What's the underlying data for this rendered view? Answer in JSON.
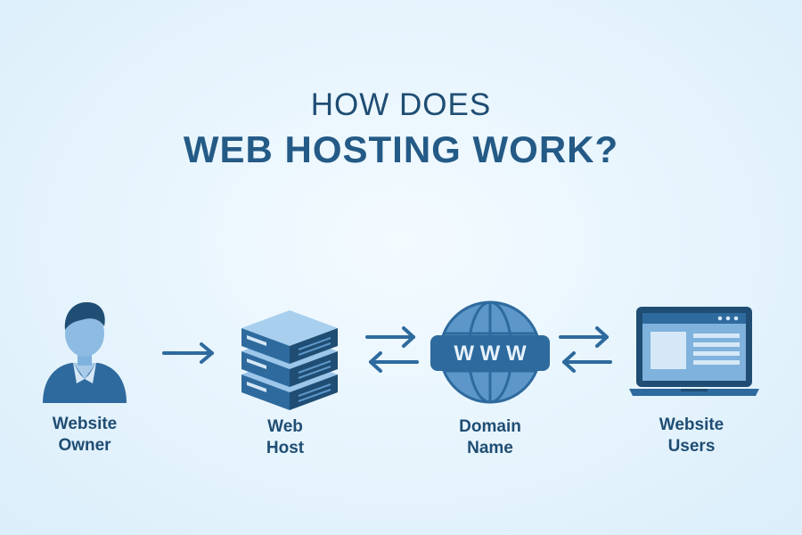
{
  "title": {
    "line1": "HOW DOES",
    "line2": "WEB HOSTING WORK?"
  },
  "nodes": [
    {
      "id": "owner",
      "icon": "user-icon",
      "label_line1": "Website",
      "label_line2": "Owner"
    },
    {
      "id": "host",
      "icon": "server-icon",
      "label_line1": "Web",
      "label_line2": "Host"
    },
    {
      "id": "domain",
      "icon": "globe-icon",
      "label_line1": "Domain",
      "label_line2": "Name",
      "badge_text": "W W W"
    },
    {
      "id": "users",
      "icon": "laptop-icon",
      "label_line1": "Website",
      "label_line2": "Users"
    }
  ],
  "connectors": [
    {
      "from": "owner",
      "to": "host",
      "type": "one-way"
    },
    {
      "from": "host",
      "to": "domain",
      "type": "two-way"
    },
    {
      "from": "domain",
      "to": "users",
      "type": "two-way"
    }
  ],
  "colors": {
    "dark": "#1f4d73",
    "primary": "#2e6a9e",
    "light": "#7fb2dc",
    "accent": "#5d97c9"
  }
}
